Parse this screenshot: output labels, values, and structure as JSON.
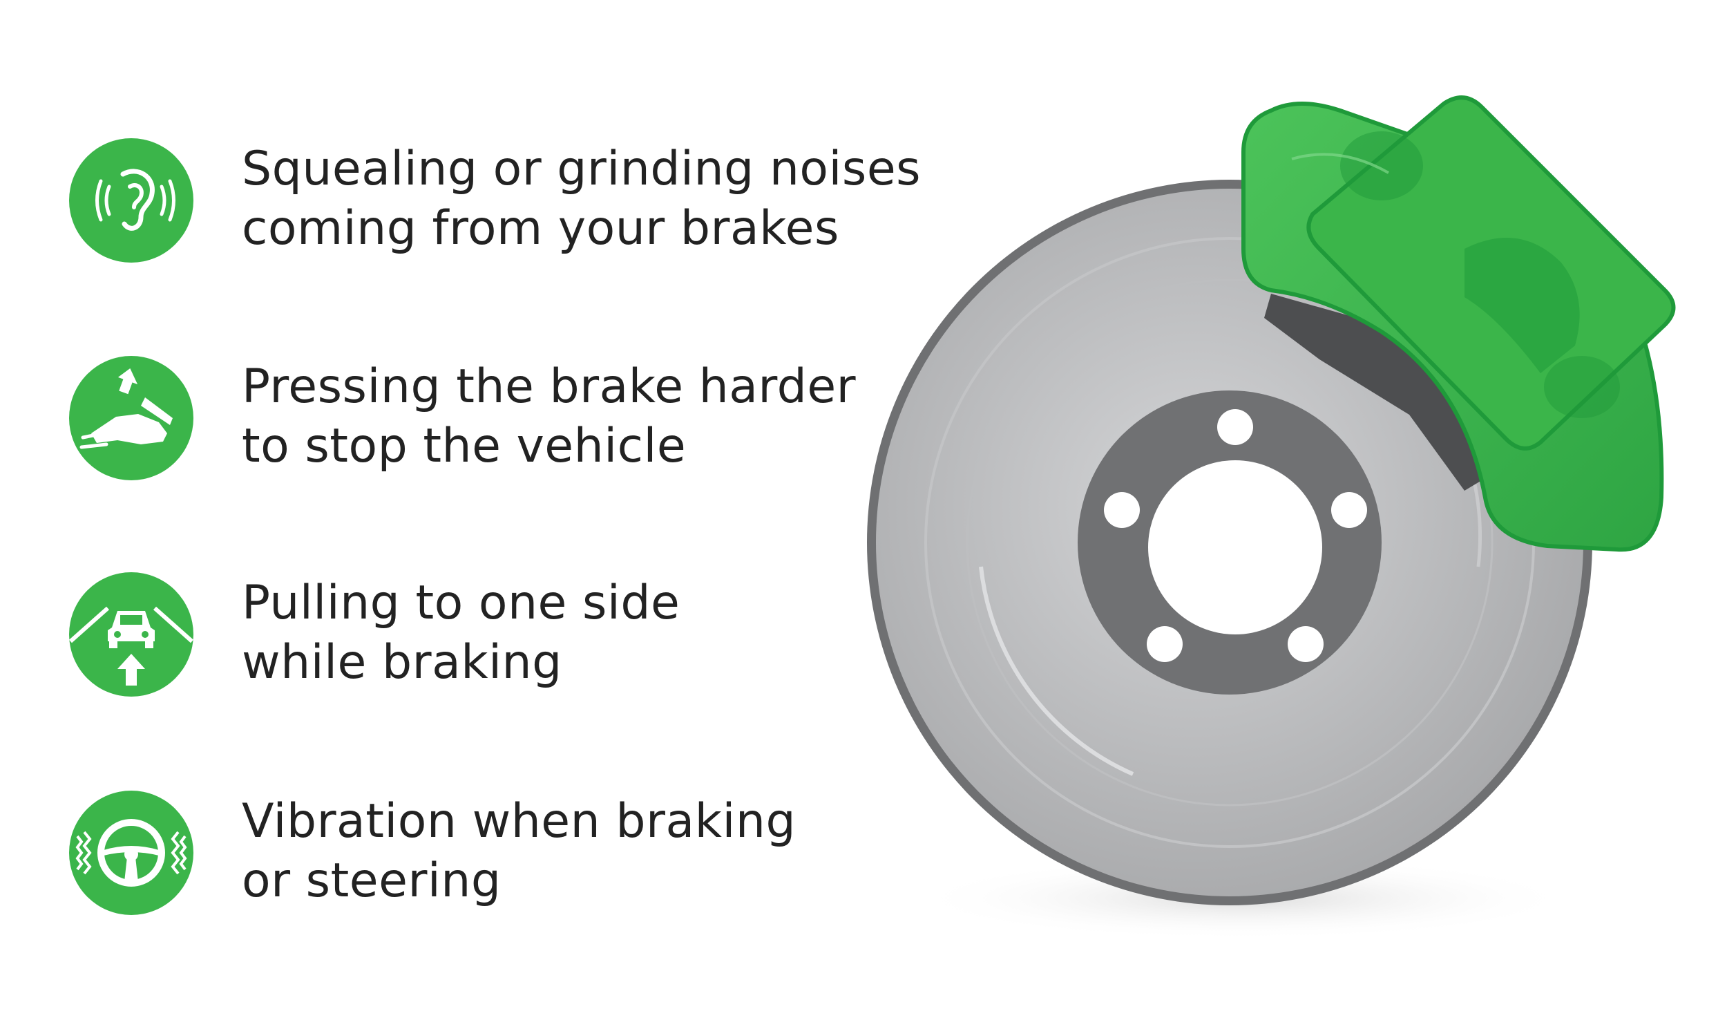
{
  "symptoms": [
    {
      "icon": "ear-sound-icon",
      "line1": "Squealing or grinding noises",
      "line2": "coming from your brakes"
    },
    {
      "icon": "foot-pressing-pedal-icon",
      "line1": "Pressing the brake harder",
      "line2": "to stop the vehicle"
    },
    {
      "icon": "car-pulling-side-icon",
      "line1": "Pulling to one side",
      "line2": "while braking"
    },
    {
      "icon": "vibrating-steering-wheel-icon",
      "line1": "Vibration when braking",
      "line2": "or steering"
    }
  ],
  "illustration": {
    "subject": "brake-rotor-with-caliper",
    "caliper_color": "#3bb54a",
    "caliper_dark": "#1f9a3a",
    "rotor_color": "#b3b4b6",
    "rotor_edge": "#6f7072",
    "hub_color": "#707173"
  },
  "colors": {
    "icon_green": "#3bb54a",
    "text": "#222222"
  }
}
